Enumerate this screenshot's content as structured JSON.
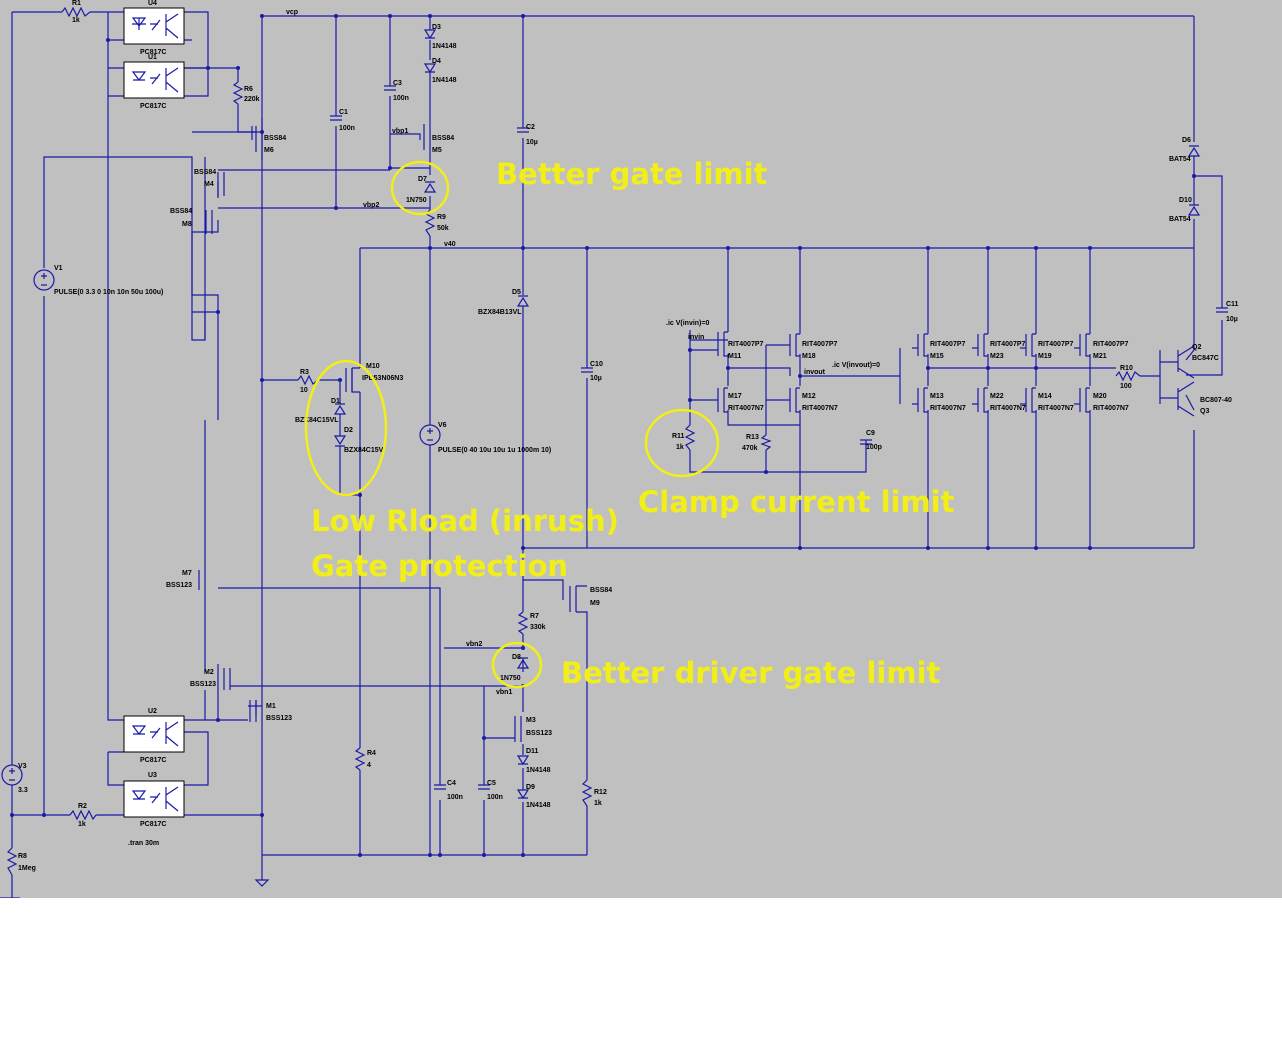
{
  "net_labels": {
    "vcp": "vcp",
    "vbp1": "vbp1",
    "vbp2": "vbp2",
    "v40": "v40",
    "vbn2": "vbn2",
    "vbn1": "vbn1",
    "invin": "invin",
    "invout": "invout"
  },
  "directives": {
    "ic_invin": ".ic V(invin)=0",
    "ic_invout": ".ic V(invout)=0",
    "tran": ".tran 30m"
  },
  "sources": {
    "V1": {
      "name": "V1",
      "value": "PULSE(0 3.3 0 10n 10n 50u 100u)"
    },
    "V3": {
      "name": "V3",
      "value": "3.3"
    },
    "V6": {
      "name": "V6",
      "value": "PULSE(0 40 10u 10u 1u 1000m 10)"
    }
  },
  "resistors": {
    "R1": {
      "name": "R1",
      "value": "1k"
    },
    "R2": {
      "name": "R2",
      "value": "1k"
    },
    "R3": {
      "name": "R3",
      "value": "10"
    },
    "R4": {
      "name": "R4",
      "value": "4"
    },
    "R6": {
      "name": "R6",
      "value": "220k"
    },
    "R7": {
      "name": "R7",
      "value": "330k"
    },
    "R8": {
      "name": "R8",
      "value": "1Meg"
    },
    "R9": {
      "name": "R9",
      "value": "50k"
    },
    "R10": {
      "name": "R10",
      "value": "100"
    },
    "R11": {
      "name": "R11",
      "value": "1k"
    },
    "R12": {
      "name": "R12",
      "value": "1k"
    },
    "R13": {
      "name": "R13",
      "value": "470k"
    }
  },
  "capacitors": {
    "C1": {
      "name": "C1",
      "value": "100n"
    },
    "C2": {
      "name": "C2",
      "value": "10µ"
    },
    "C3": {
      "name": "C3",
      "value": "100n"
    },
    "C4": {
      "name": "C4",
      "value": "100n"
    },
    "C5": {
      "name": "C5",
      "value": "100n"
    },
    "C9": {
      "name": "C9",
      "value": "100p"
    },
    "C10": {
      "name": "C10",
      "value": "10µ"
    },
    "C11": {
      "name": "C11",
      "value": "10µ"
    }
  },
  "diodes": {
    "D1": {
      "name": "D1",
      "value": "BZX84C15VL"
    },
    "D2": {
      "name": "D2",
      "value": "BZX84C15V"
    },
    "D3": {
      "name": "D3",
      "value": "1N4148"
    },
    "D4": {
      "name": "D4",
      "value": "1N4148"
    },
    "D5": {
      "name": "D5",
      "value": "BZX84B13VL"
    },
    "D6": {
      "name": "D6",
      "value": "BAT54"
    },
    "D7": {
      "name": "D7",
      "value": "1N750"
    },
    "D8": {
      "name": "D8",
      "value": "1N750"
    },
    "D9": {
      "name": "D9",
      "value": "1N4148"
    },
    "D10": {
      "name": "D10",
      "value": "BAT54"
    },
    "D11": {
      "name": "D11",
      "value": "1N4148"
    }
  },
  "optos": {
    "U1": {
      "name": "U1",
      "value": "PC817C"
    },
    "U2": {
      "name": "U2",
      "value": "PC817C"
    },
    "U3": {
      "name": "U3",
      "value": "PC817C"
    },
    "U4": {
      "name": "U4",
      "value": "PC817C"
    }
  },
  "mosfets": {
    "M1": {
      "name": "M1",
      "value": "BSS123"
    },
    "M2": {
      "name": "M2",
      "value": "BSS123"
    },
    "M3": {
      "name": "M3",
      "value": "BSS123"
    },
    "M4": {
      "name": "M4",
      "value": "BSS84"
    },
    "M5": {
      "name": "M5",
      "value": "BSS84"
    },
    "M6": {
      "name": "M6",
      "value": "BSS84"
    },
    "M7": {
      "name": "M7",
      "value": "BSS123"
    },
    "M8": {
      "name": "M8",
      "value": "BSS84"
    },
    "M9": {
      "name": "M9",
      "value": "BSS84"
    },
    "M10": {
      "name": "M10",
      "value": "IPD53N06N3"
    },
    "M11": {
      "name": "M11",
      "value": "RIT4007P7"
    },
    "M12": {
      "name": "M12",
      "value": "RIT4007N7"
    },
    "M13": {
      "name": "M13",
      "value": "RIT4007N7"
    },
    "M14": {
      "name": "M14",
      "value": "RIT4007N7"
    },
    "M15": {
      "name": "M15",
      "value": "RIT4007P7"
    },
    "M17": {
      "name": "M17",
      "value": "RIT4007N7"
    },
    "M18": {
      "name": "M18",
      "value": "RIT4007P7"
    },
    "M19": {
      "name": "M19",
      "value": "RIT4007P7"
    },
    "M20": {
      "name": "M20",
      "value": "RIT4007N7"
    },
    "M21": {
      "name": "M21",
      "value": "RIT4007P7"
    },
    "M22": {
      "name": "M22",
      "value": "RIT4007N7"
    },
    "M23": {
      "name": "M23",
      "value": "RIT4007P7"
    }
  },
  "bjts": {
    "Q2": {
      "name": "Q2",
      "value": "BC847C"
    },
    "Q3": {
      "name": "Q3",
      "value": "BC807-40"
    }
  },
  "annotations": {
    "gate_limit": "Better gate limit",
    "inrush_line1": "Low Rload (inrush)",
    "inrush_line2": "Gate protection",
    "clamp_limit": "Clamp current limit",
    "driver_gate_limit": "Better driver gate limit"
  },
  "colors": {
    "sheet_background": "#c0c0c0",
    "wire": "#1a1aa8",
    "annotation": "#f2ef18",
    "label_text": "#000000"
  }
}
